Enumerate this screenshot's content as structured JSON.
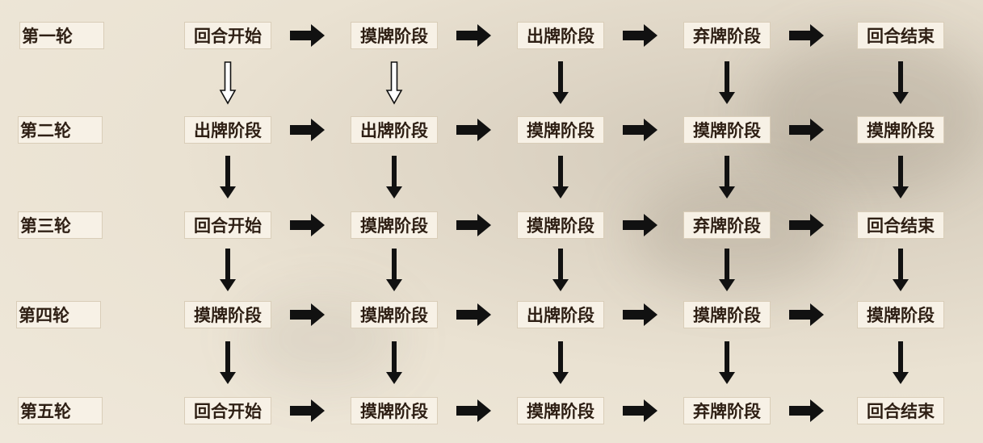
{
  "rounds": [
    {
      "label": "第一轮",
      "stages": [
        "回合开始",
        "摸牌阶段",
        "出牌阶段",
        "弃牌阶段",
        "回合结束"
      ]
    },
    {
      "label": "第二轮",
      "stages": [
        "出牌阶段",
        "出牌阶段",
        "摸牌阶段",
        "摸牌阶段",
        "摸牌阶段"
      ]
    },
    {
      "label": "第三轮",
      "stages": [
        "回合开始",
        "摸牌阶段",
        "摸牌阶段",
        "弃牌阶段",
        "回合结束"
      ]
    },
    {
      "label": "第四轮",
      "stages": [
        "摸牌阶段",
        "摸牌阶段",
        "出牌阶段",
        "摸牌阶段",
        "摸牌阶段"
      ]
    },
    {
      "label": "第五轮",
      "stages": [
        "回合开始",
        "摸牌阶段",
        "摸牌阶段",
        "弃牌阶段",
        "回合结束"
      ]
    }
  ],
  "colors": {
    "box_fill": "#f7f1e6",
    "text": "#2e1f14",
    "arrow": "#111111"
  },
  "first_row_down_arrow_style": [
    "outline",
    "outline",
    "solid",
    "solid",
    "solid"
  ]
}
